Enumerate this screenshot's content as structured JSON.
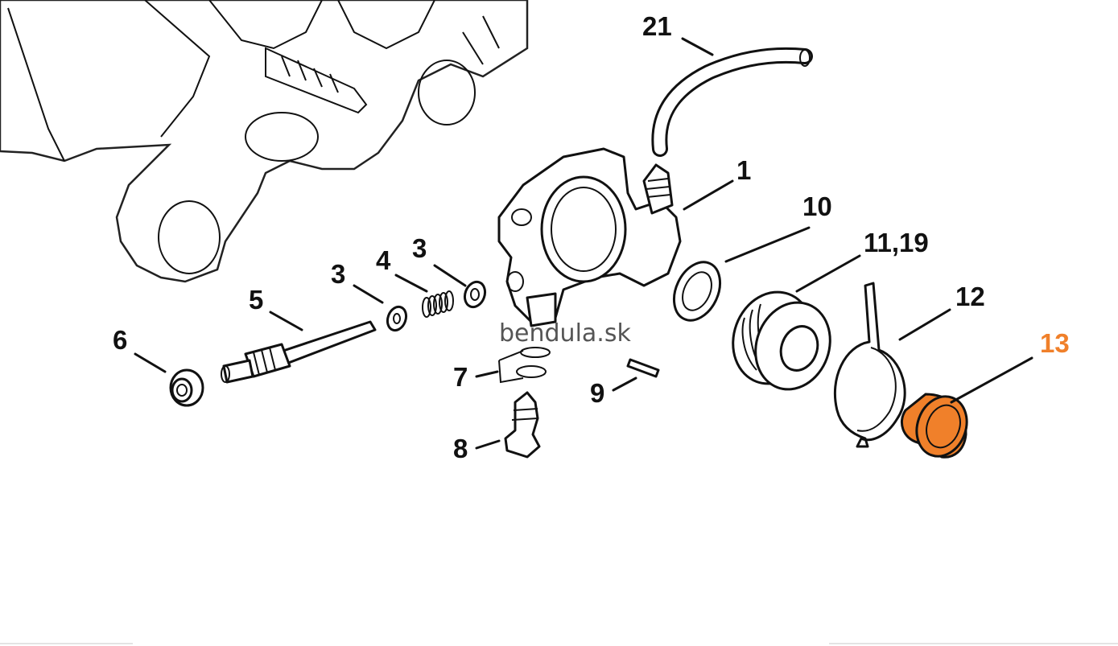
{
  "watermark": "bendula.sk",
  "highlight_color": "#f0802a",
  "callouts": [
    {
      "id": "c21",
      "text": "21"
    },
    {
      "id": "c1",
      "text": "1"
    },
    {
      "id": "c10",
      "text": "10"
    },
    {
      "id": "c1119",
      "text": "11,19"
    },
    {
      "id": "c12",
      "text": "12"
    },
    {
      "id": "c13",
      "text": "13",
      "highlight": true
    },
    {
      "id": "c3a",
      "text": "3"
    },
    {
      "id": "c3b",
      "text": "3"
    },
    {
      "id": "c4",
      "text": "4"
    },
    {
      "id": "c5",
      "text": "5"
    },
    {
      "id": "c6",
      "text": "6"
    },
    {
      "id": "c7",
      "text": "7"
    },
    {
      "id": "c8",
      "text": "8"
    },
    {
      "id": "c9",
      "text": "9"
    }
  ]
}
